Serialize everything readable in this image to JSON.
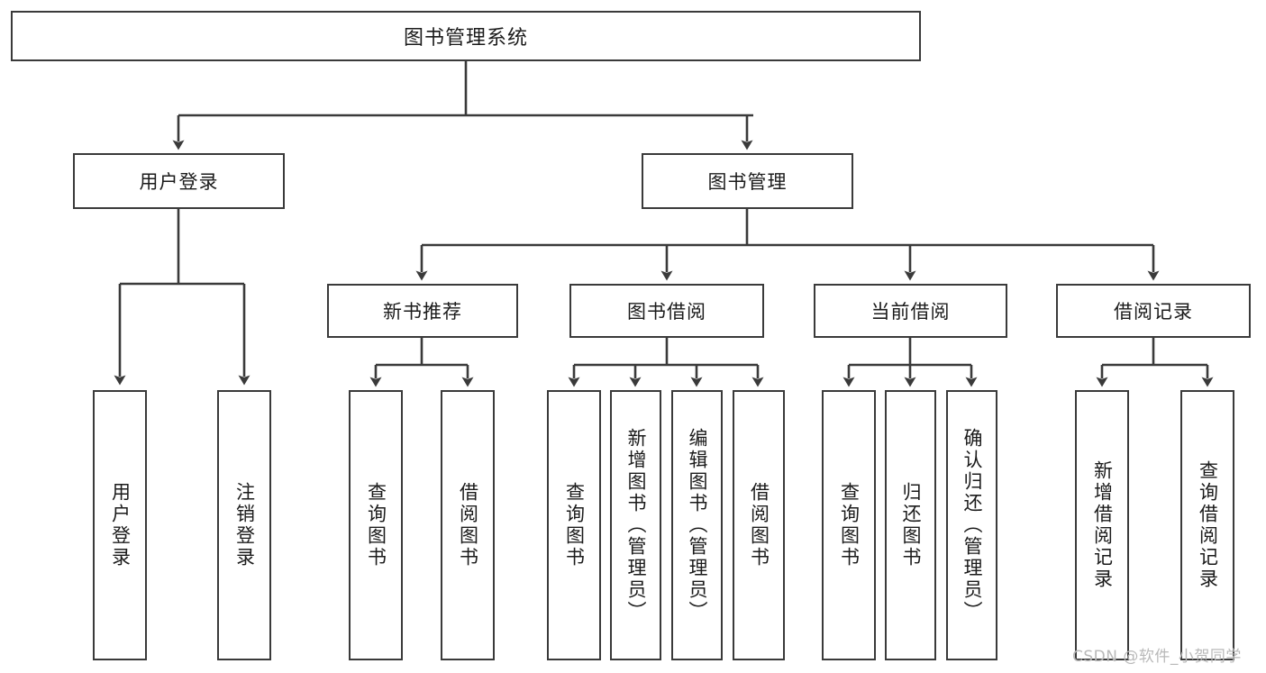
{
  "diagram": {
    "title": "图书管理系统",
    "type": "hierarchy-tree",
    "root": {
      "id": "root",
      "label": "图书管理系统"
    },
    "level2": [
      {
        "id": "user-login",
        "label": "用户登录"
      },
      {
        "id": "book-manage",
        "label": "图书管理"
      }
    ],
    "level3": [
      {
        "id": "new-book-recommend",
        "label": "新书推荐",
        "parent": "book-manage"
      },
      {
        "id": "book-borrow",
        "label": "图书借阅",
        "parent": "book-manage"
      },
      {
        "id": "current-borrow",
        "label": "当前借阅",
        "parent": "book-manage"
      },
      {
        "id": "borrow-record",
        "label": "借阅记录",
        "parent": "book-manage"
      }
    ],
    "leaves": [
      {
        "id": "leaf-user-login",
        "label": "用户登录",
        "parent": "user-login"
      },
      {
        "id": "leaf-logout-login",
        "label": "注销登录",
        "parent": "user-login"
      },
      {
        "id": "leaf-query-book-1",
        "label": "查询图书",
        "parent": "new-book-recommend"
      },
      {
        "id": "leaf-borrow-book-1",
        "label": "借阅图书",
        "parent": "new-book-recommend"
      },
      {
        "id": "leaf-query-book-2",
        "label": "查询图书",
        "parent": "book-borrow"
      },
      {
        "id": "leaf-add-book",
        "label": "新增图书（管理员）",
        "parent": "book-borrow"
      },
      {
        "id": "leaf-edit-book",
        "label": "编辑图书（管理员）",
        "parent": "book-borrow"
      },
      {
        "id": "leaf-borrow-book-2",
        "label": "借阅图书",
        "parent": "book-borrow"
      },
      {
        "id": "leaf-query-book-3",
        "label": "查询图书",
        "parent": "current-borrow"
      },
      {
        "id": "leaf-return-book",
        "label": "归还图书",
        "parent": "current-borrow"
      },
      {
        "id": "leaf-confirm-return",
        "label": "确认归还（管理员）",
        "parent": "current-borrow"
      },
      {
        "id": "leaf-add-record",
        "label": "新增借阅记录",
        "parent": "borrow-record"
      },
      {
        "id": "leaf-query-record",
        "label": "查询借阅记录",
        "parent": "borrow-record"
      }
    ],
    "colors": {
      "stroke": "#3a3a3a",
      "fill": "#ffffff",
      "text": "#1b1b1b",
      "watermark": "#b9b9b9"
    }
  },
  "watermark": {
    "text": "CSDN @软件_小贺同学"
  }
}
